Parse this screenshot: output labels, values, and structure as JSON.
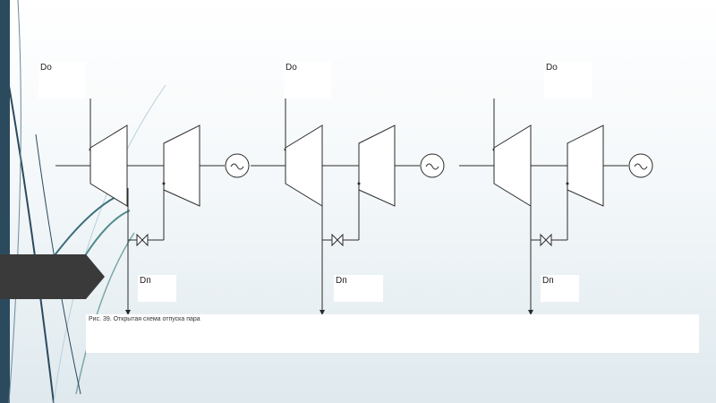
{
  "slide": {
    "inlet_label": "Do",
    "extraction_label": "Dп",
    "caption": "Рис. 39. Открытая схема отпуска пара"
  },
  "icons": {
    "generator": "generator-tilde-icon",
    "valve": "valve-icon"
  },
  "colors": {
    "strip": "#2c4a5e",
    "line": "#2b2b2b",
    "tab": "#3a3a3a"
  }
}
